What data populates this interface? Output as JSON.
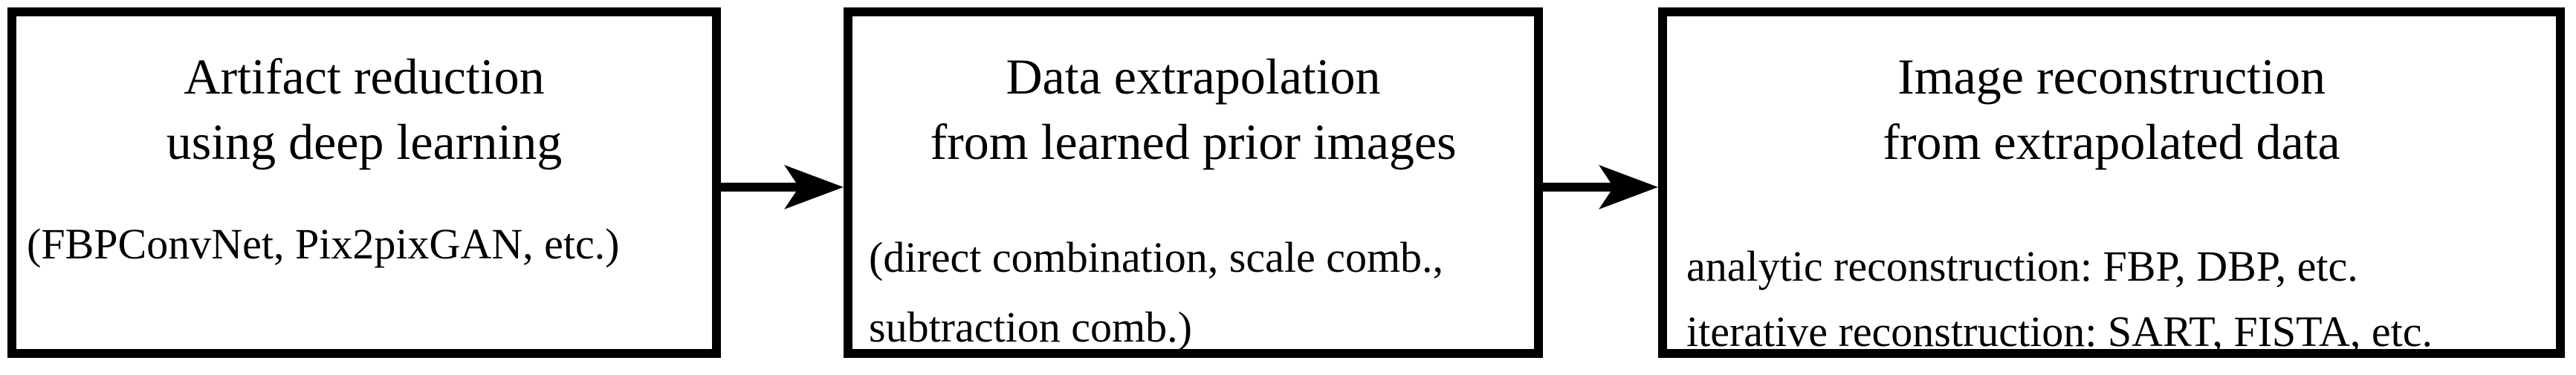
{
  "boxes": [
    {
      "title": [
        "Artifact reduction",
        "using deep learning"
      ],
      "details": [
        "(FBPConvNet, Pix2pixGAN, etc.)"
      ]
    },
    {
      "title": [
        "Data extrapolation",
        "from learned prior images"
      ],
      "details": [
        "(direct combination, scale comb.,",
        "subtraction comb.)"
      ]
    },
    {
      "title": [
        "Image reconstruction",
        "from extrapolated data"
      ],
      "details": [
        "analytic reconstruction: FBP, DBP, etc.",
        "iterative reconstruction: SART, FISTA, etc."
      ]
    }
  ],
  "colors": {
    "stroke": "#000000",
    "background": "#ffffff"
  }
}
